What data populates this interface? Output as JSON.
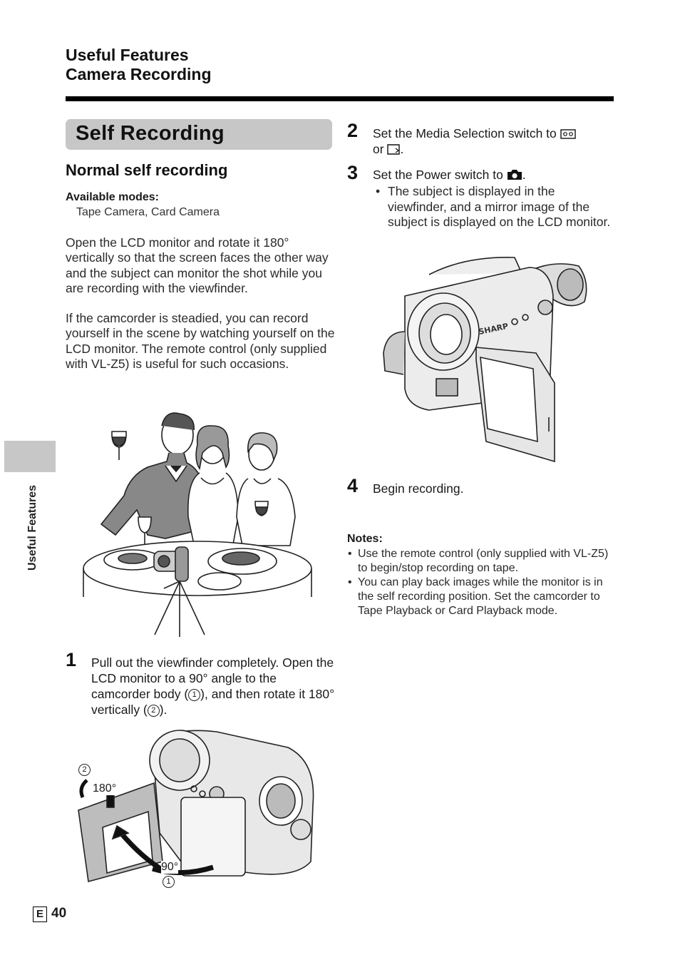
{
  "header": {
    "line1": "Useful Features",
    "line2": "Camera Recording"
  },
  "section": {
    "title": "Self Recording",
    "subtitle": "Normal self recording",
    "modes_label": "Available modes:",
    "modes_value": "Tape Camera, Card Camera",
    "para1": "Open the LCD monitor and rotate it 180° vertically so that the screen faces the other way and the subject can monitor the shot while you are recording with the viewfinder.",
    "para2": "If the camcorder is steadied, you can record yourself in the scene by watching yourself on the LCD monitor. The remote control (only supplied with VL-Z5) is useful for such occasions."
  },
  "steps": {
    "s1": {
      "num": "1",
      "text_a": "Pull out the viewfinder completely. Open the LCD monitor to a 90° angle to the camcorder body (",
      "mark1": "1",
      "text_b": "), and then rotate it 180° vertically (",
      "mark2": "2",
      "text_c": ")."
    },
    "s2": {
      "num": "2",
      "text_a": "Set the Media Selection switch to",
      "text_b": "or",
      "text_c": "."
    },
    "s3": {
      "num": "3",
      "text_a": "Set the Power switch to",
      "text_b": ".",
      "bullet": "The subject is displayed in the viewfinder, and a mirror image of the subject is displayed on the LCD monitor."
    },
    "s4": {
      "num": "4",
      "text": "Begin recording."
    }
  },
  "figure_labels": {
    "mark2": "2",
    "deg180": "180°",
    "deg90": "90°",
    "mark1": "1",
    "brand": "SHARP"
  },
  "notes": {
    "label": "Notes:",
    "items": [
      "Use the remote control (only supplied with VL-Z5) to begin/stop recording on tape.",
      "You can play back images while the monitor is in the self recording position. Set the camcorder to Tape Playback or Card Playback mode."
    ]
  },
  "side_tab": {
    "label": "Useful Features"
  },
  "footer": {
    "lang": "E",
    "page": "40"
  },
  "icons": {
    "tape": "tape-cassette-icon",
    "card": "memory-card-icon",
    "camera": "camera-icon"
  }
}
